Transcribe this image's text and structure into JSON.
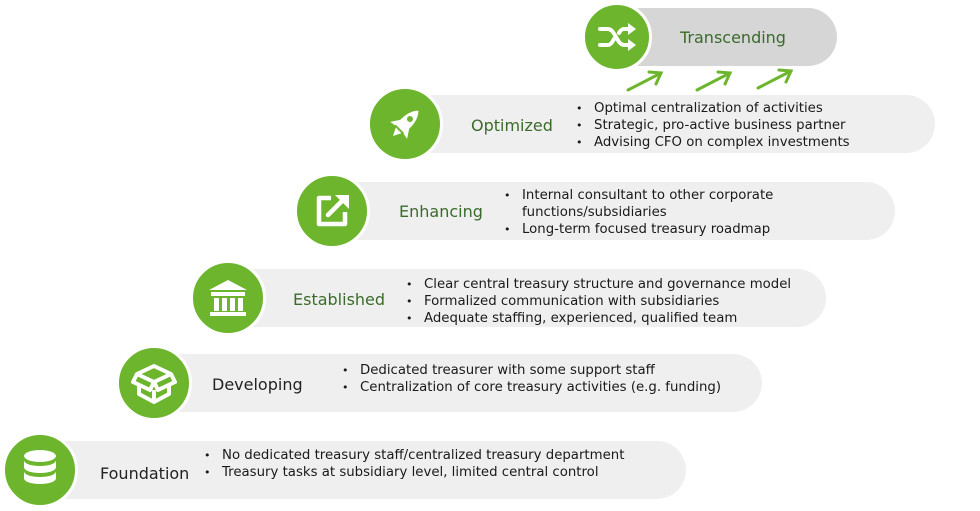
{
  "levels": [
    {
      "title": "Transcending",
      "icon": "shuffle-icon",
      "bullets": []
    },
    {
      "title": "Optimized",
      "icon": "rocket-icon",
      "bullets": [
        "Optimal centralization of activities",
        "Strategic, pro-active business partner",
        "Advising CFO on complex investments"
      ]
    },
    {
      "title": "Enhancing",
      "icon": "external-link-icon",
      "bullets": [
        "Internal consultant to other corporate functions/subsidiaries",
        "Long-term focused treasury roadmap"
      ]
    },
    {
      "title": "Established",
      "icon": "bank-building-icon",
      "bullets": [
        "Clear central treasury structure and governance model",
        "Formalized communication with subsidiaries",
        "Adequate staffing, experienced, qualified team"
      ]
    },
    {
      "title": "Developing",
      "icon": "open-box-icon",
      "bullets": [
        "Dedicated treasurer with some support staff",
        "Centralization of core treasury activities (e.g. funding)"
      ]
    },
    {
      "title": "Foundation",
      "icon": "database-icon",
      "bullets": [
        "No dedicated treasury staff/centralized treasury department",
        "Treasury tasks at subsidiary level, limited central control"
      ]
    }
  ],
  "colors": {
    "accent": "#6cb52d",
    "bar": "#efefef",
    "top_bar": "#d6d6d6",
    "title_green": "#3a6b2a"
  }
}
